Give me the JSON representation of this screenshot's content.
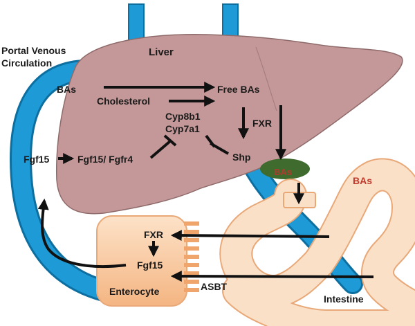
{
  "labels": {
    "portal_line1": "Portal Venous",
    "portal_line2": "Circulation",
    "liver": "Liver",
    "bas_portal": "BAs",
    "cholesterol": "Cholesterol",
    "free_bas": "Free BAs",
    "cyp8b1": "Cyp8b1",
    "cyp7a1": "Cyp7a1",
    "fxr_liver": "FXR",
    "shp": "Shp",
    "fgf15_portal": "Fgf15",
    "fgf15_fgfr4": "Fgf15/ Fgfr4",
    "bas_gallbladder": "BAs",
    "bas_intestine": "BAs",
    "fxr_enterocyte": "FXR",
    "fgf15_enterocyte": "Fgf15",
    "enterocyte": "Enterocyte",
    "asbt": "ASBT",
    "intestine": "Intestine"
  },
  "colors": {
    "liver": "#c49898",
    "liver_edge": "#8e6a6a",
    "vein": "#1e9ad6",
    "gallbladder": "#3f6b2f",
    "intestine_light": "#fbe0c8",
    "intestine_edge": "#e8a878",
    "enterocyte": "#f6c69e",
    "microvilli": "#f0a56c",
    "arrow": "#111111",
    "red_label": "#c0392b"
  }
}
